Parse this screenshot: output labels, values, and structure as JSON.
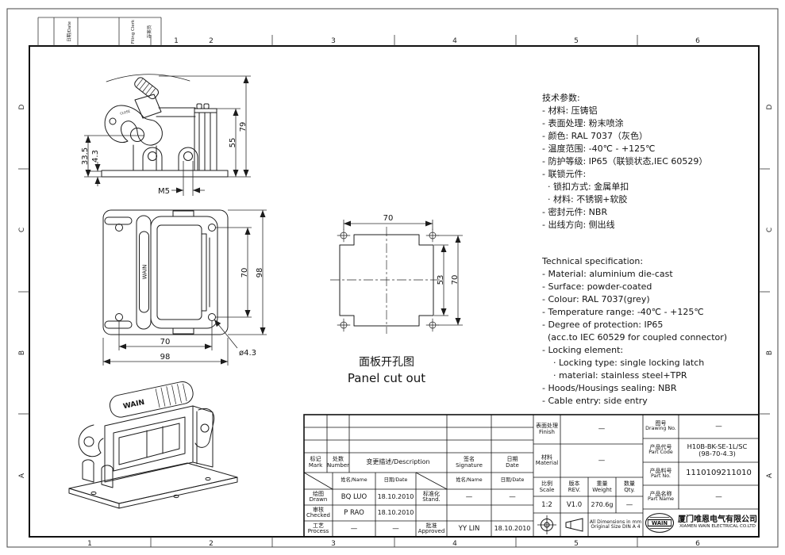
{
  "sheet": {
    "grid": {
      "cols": [
        "1",
        "2",
        "3",
        "4",
        "5",
        "6"
      ],
      "rows": [
        "D",
        "C",
        "B",
        "A"
      ]
    },
    "stamps": {
      "date": "日期/Date",
      "clerk_en": "Filing Clerk",
      "clerk_cn": "存案员"
    }
  },
  "views": {
    "side": {
      "height_overall": "79",
      "height_hood": "55",
      "height_pivot": "33.5",
      "plate_thickness": "4.3",
      "thread": "M5",
      "lever_text": "CLOSE"
    },
    "front": {
      "hole_pitch_v": "70",
      "height": "98",
      "hole_pitch_h": "70",
      "width": "98",
      "hole_dia": "ø4.3",
      "brand": "WAIN"
    },
    "panel": {
      "width": "70",
      "cut_height": "53",
      "height": "70",
      "caption_cn": "面板开孔图",
      "caption_en": "Panel cut out"
    },
    "iso": {
      "brand": "WAIN"
    }
  },
  "specs_cn": {
    "title": "技术参数:",
    "lines": [
      "- 材料: 压铸铝",
      "- 表面处理: 粉末喷涂",
      "- 颜色: RAL 7037（灰色）",
      "- 温度范围: -40℃ - +125℃",
      "- 防护等级: IP65（联锁状态,IEC 60529）",
      "- 联锁元件:",
      "  · 锁扣方式: 金属单扣",
      "  · 材料: 不锈钢+软胶",
      "- 密封元件: NBR",
      "- 出线方向: 侧出线"
    ]
  },
  "specs_en": {
    "title": "Technical specification:",
    "lines": [
      "- Material: aluminium die-cast",
      "- Surface: powder-coated",
      "- Colour: RAL 7037(grey)",
      "- Temperature range: -40℃ - +125℃",
      "- Degree of protection: IP65",
      "  (acc.to IEC 60529 for coupled connector)",
      "- Locking element:",
      "    · Locking type: single locking latch",
      "    · material: stainless steel+TPR",
      "- Hoods/Housings sealing: NBR",
      "- Cable entry: side entry"
    ]
  },
  "tb": {
    "header": {
      "mark_cn": "标记",
      "mark_en": "Mark",
      "number_cn": "处数",
      "number_en": "Number",
      "desc": "变更描述/Description",
      "sign_cn": "签名",
      "sign_en": "Signature",
      "date_cn": "日期",
      "date_en": "Date"
    },
    "sig": {
      "name_hdr": "姓名/Name",
      "date_hdr": "日期/Date",
      "rows": [
        {
          "role_cn": "绘图",
          "role_en": "Drawn",
          "name": "BQ LUO",
          "date": "18.10.2010",
          "role2_cn": "标准化",
          "role2_en": "Stand.",
          "name2": "—",
          "date2": "—"
        },
        {
          "role_cn": "审核",
          "role_en": "Checked",
          "name": "P RAO",
          "date": "18.10.2010",
          "role2_cn": "",
          "role2_en": "",
          "name2": "",
          "date2": ""
        },
        {
          "role_cn": "工艺",
          "role_en": "Process",
          "name": "—",
          "date": "—",
          "role2_cn": "批准",
          "role2_en": "Approved",
          "name2": "YY LIN",
          "date2": "18.10.2010"
        }
      ]
    },
    "mid": {
      "finish_cn": "表面处理",
      "finish_en": "Finish",
      "finish_val": "—",
      "material_cn": "材料",
      "material_en": "Material",
      "material_val": "—",
      "scale_cn": "比例",
      "scale_en": "Scale",
      "scale_val": "1:2",
      "rev_cn": "版本",
      "rev_en": "REV.",
      "rev_val": "V1.0",
      "weight_cn": "重量",
      "weight_en": "Weight",
      "weight_val": "270.6g",
      "qty_cn": "数量",
      "qty_en": "Qty.",
      "qty_val": "—",
      "dims_note1": "All Dimensions in mm",
      "dims_note2": "Original Size DIN A 4"
    },
    "right": {
      "drawing_no_cn": "图号",
      "drawing_no_en": "Drawing No.",
      "drawing_no_val": "—",
      "part_code_cn": "产品代号",
      "part_code_en": "Part Code",
      "part_code_val1": "H10B-BK-SE-1L/SC",
      "part_code_val2": "(98-70-4.3)",
      "part_no_cn": "产品料号",
      "part_no_en": "Part No.",
      "part_no_val": "1110109211010",
      "part_name_cn": "产品名称",
      "part_name_en": "Part Name",
      "part_name_val": "—",
      "logo": "WAIN",
      "company_cn": "厦门唯恩电气有限公司",
      "company_en": "XIAMEN WAIN ELECTRICAL CO.LTD"
    }
  }
}
